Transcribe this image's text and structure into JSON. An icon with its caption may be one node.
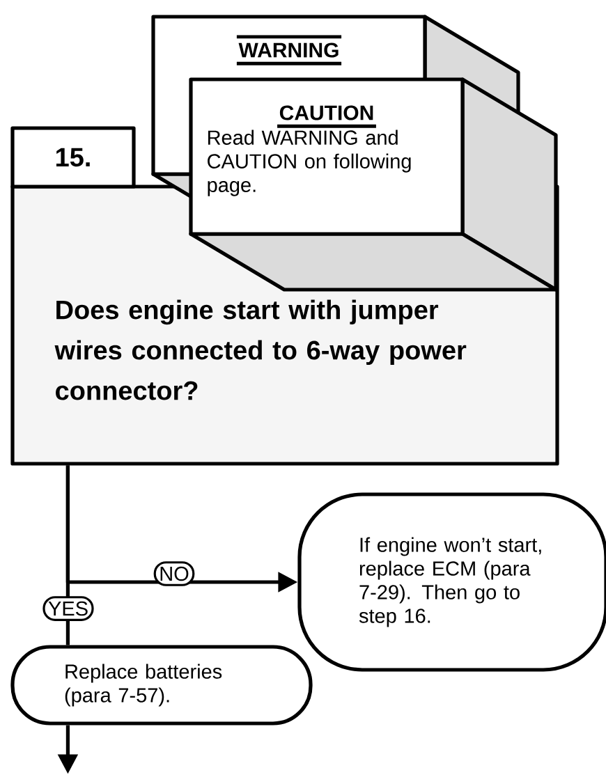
{
  "diagram": {
    "nodes": [
      {
        "text": [
          "15.",
          "Does engine start with jumper wires connected to 6-way power connector?"
        ]
      },
      {
        "text": [
          "WARNING"
        ]
      },
      {
        "text": [
          "CAUTION",
          "Read WARNING and CAUTION on following page."
        ]
      },
      {
        "text": [
          "If engine won’t start, replace ECM (para 7-29). Then go to step 16."
        ]
      },
      {
        "text": [
          "Replace batteries (para 7-57)."
        ]
      }
    ],
    "edges": [
      {
        "from": 0,
        "to": 3,
        "arrow": "to",
        "label": "NO"
      },
      {
        "from": 0,
        "to": 4,
        "arrow": "none",
        "label": "YES"
      },
      {
        "from": 4,
        "to": null,
        "arrow": "to"
      }
    ]
  }
}
